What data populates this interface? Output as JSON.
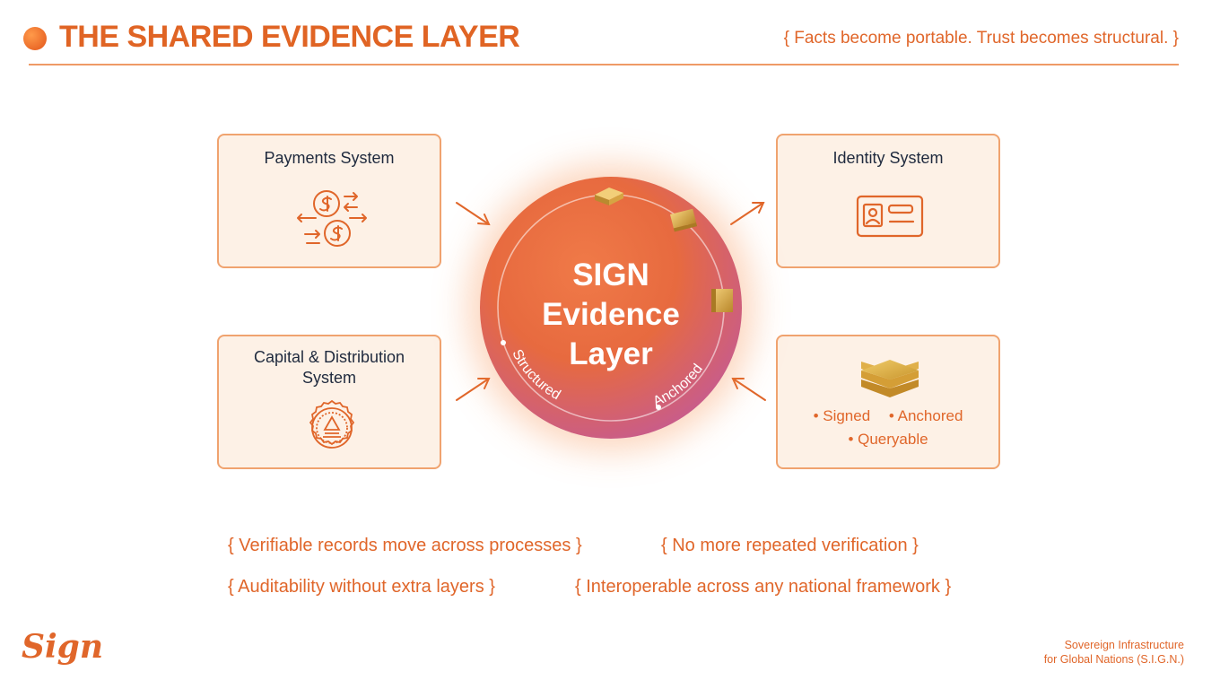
{
  "header": {
    "title": "THE SHARED EVIDENCE LAYER",
    "tagline": "{ Facts become portable. Trust becomes structural. }"
  },
  "cards": {
    "payments": {
      "label": "Payments System",
      "icon": "currency-exchange-icon"
    },
    "identity": {
      "label": "Identity System",
      "icon": "id-card-icon"
    },
    "capital": {
      "label_line1": "Capital & Distribution",
      "label_line2": "System",
      "icon": "seal-stamp-icon"
    },
    "properties": {
      "icon": "stacked-layers-icon",
      "bullet1": "• Signed",
      "bullet2": "• Anchored",
      "bullet3": "• Queryable"
    }
  },
  "hub": {
    "line1": "SIGN",
    "line2": "Evidence",
    "line3": "Layer",
    "arc_left": "Structured",
    "arc_right": "Anchored"
  },
  "notes": {
    "n1": "{ Verifiable records move across processes }",
    "n2": "{ No more repeated verification }",
    "n3": "{ Auditability without extra layers }",
    "n4": "{ Interoperable across any national framework }"
  },
  "footer": {
    "logo": "Sign",
    "line1": "Sovereign Infrastructure",
    "line2": "for Global Nations (S.I.G.N.)"
  },
  "colors": {
    "accent": "#e0662a",
    "card_border": "#f0a36f",
    "card_fill": "#fdf1e6",
    "text_dark": "#1f2a3e",
    "gold": "#d9a93a"
  }
}
